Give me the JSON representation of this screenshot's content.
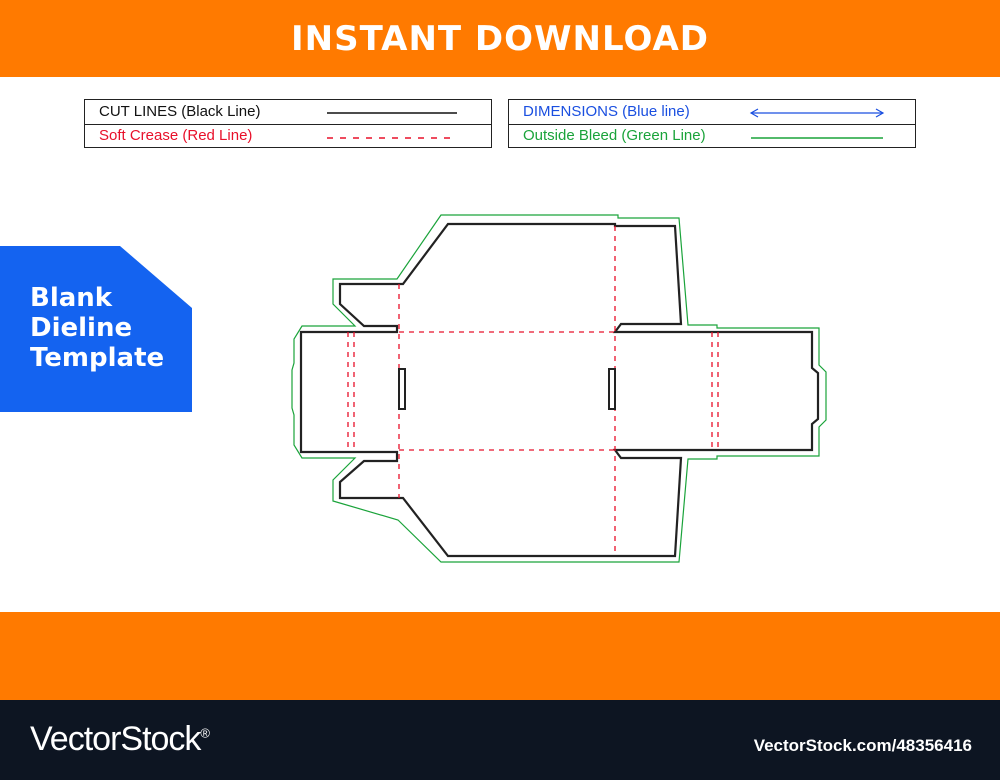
{
  "header": {
    "title": "INSTANT DOWNLOAD"
  },
  "legend": {
    "left": [
      {
        "label": "CUT LINES (Black Line)",
        "color": "#111111",
        "style": "solid"
      },
      {
        "label": "Soft Crease (Red Line)",
        "color": "#e8102a",
        "style": "dashed"
      }
    ],
    "right": [
      {
        "label": "DIMENSIONS (Blue line)",
        "color": "#1a4fe0",
        "style": "arrow"
      },
      {
        "label": "Outside Bleed (Green Line)",
        "color": "#1aa33a",
        "style": "solid"
      }
    ]
  },
  "badge": {
    "line1": "Blank",
    "line2": "Dieline",
    "line3": "Template"
  },
  "footer": {
    "logo": "VectorStock",
    "registered": "®",
    "reference": "VectorStock.com/48356416"
  },
  "colors": {
    "orange": "#ff7a00",
    "blue_badge": "#1463f0",
    "footer_bg": "#0d1522",
    "cut": "#222222",
    "crease": "#e8102a",
    "bleed": "#1aa33a"
  }
}
